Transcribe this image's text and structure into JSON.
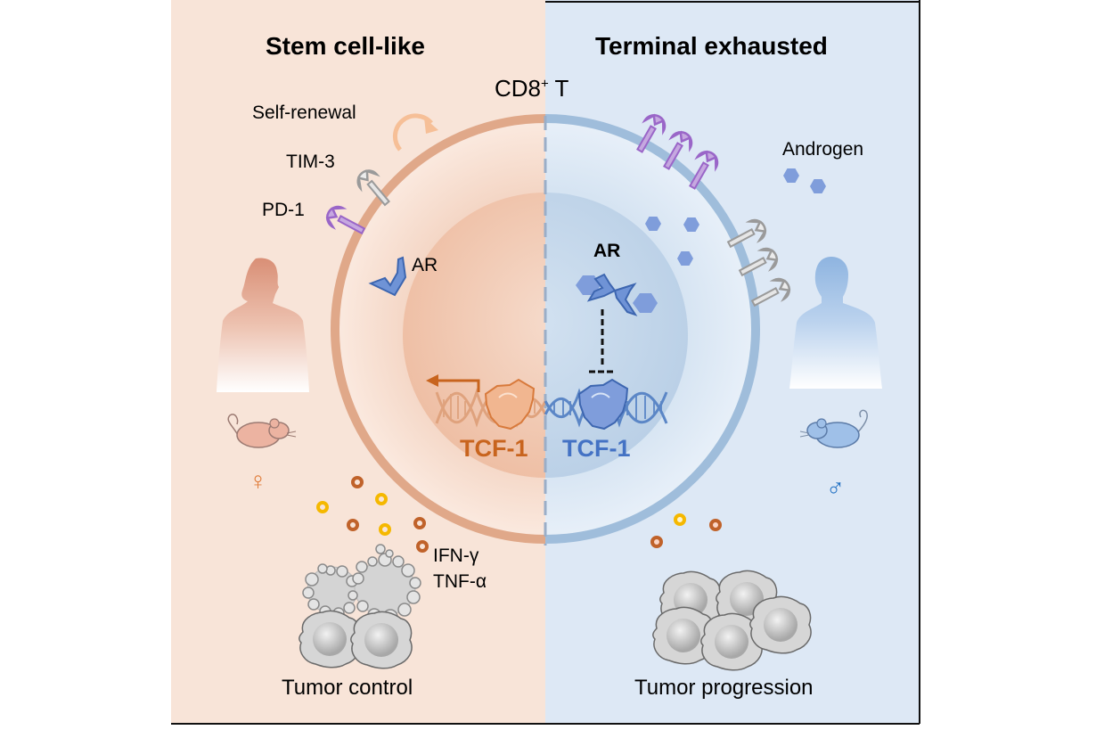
{
  "figure": {
    "left_panel": {
      "title": "Stem cell-like",
      "labels": {
        "self_renewal": "Self-renewal",
        "tim3": "TIM-3",
        "pd1": "PD-1",
        "ar": "AR",
        "tcf1": "TCF-1",
        "cytokine_1": "IFN-γ",
        "cytokine_2": "TNF-α",
        "outcome": "Tumor control",
        "sex_symbol": "♀"
      },
      "colors": {
        "background": "#f8e4d8",
        "membrane": "#e0a889",
        "accent": "#c8641e"
      }
    },
    "right_panel": {
      "title": "Terminal exhausted",
      "labels": {
        "androgen": "Androgen",
        "ar": "AR",
        "tcf1": "TCF-1",
        "outcome": "Tumor progression",
        "sex_symbol": "♂"
      },
      "colors": {
        "background": "#dde8f5",
        "membrane": "#9fbddb",
        "accent": "#4472c4"
      }
    },
    "cell_label": "CD8",
    "cell_label_sup": "+",
    "cell_label_suffix": " T"
  }
}
